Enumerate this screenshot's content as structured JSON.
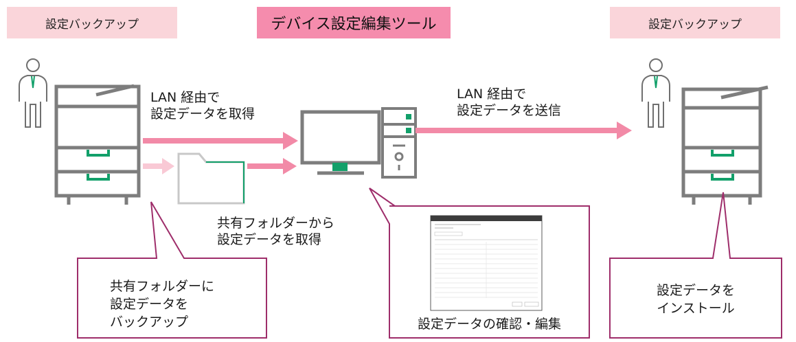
{
  "header": {
    "left_tag": "設定バックアップ",
    "center_tag": "デバイス設定編集ツール",
    "right_tag": "設定バックアップ"
  },
  "flows": {
    "lan_get": [
      "LAN 経由で",
      "設定データを取得"
    ],
    "lan_send": [
      "LAN 経由で",
      "設定データを送信"
    ],
    "shared_get": [
      "共有フォルダーから",
      "設定データを取得"
    ]
  },
  "callouts": {
    "backup": [
      "共有フォルダーに",
      "設定データを",
      "バックアップ"
    ],
    "edit": "設定データの確認・編集",
    "install": [
      "設定データを",
      "インストール"
    ]
  },
  "colors": {
    "accent_pink": "#f58cad",
    "pale_pink": "#fad5da",
    "arrow_pink": "#f28aa7",
    "arrow_pale": "#f9c9d5",
    "device_gray": "#7d7d7d",
    "green": "#12a06a",
    "callout_border": "#9e2d6a"
  },
  "icons": [
    "person-icon",
    "printer-icon",
    "folder-icon",
    "monitor-icon",
    "pc-tower-icon",
    "settings-window-icon"
  ]
}
